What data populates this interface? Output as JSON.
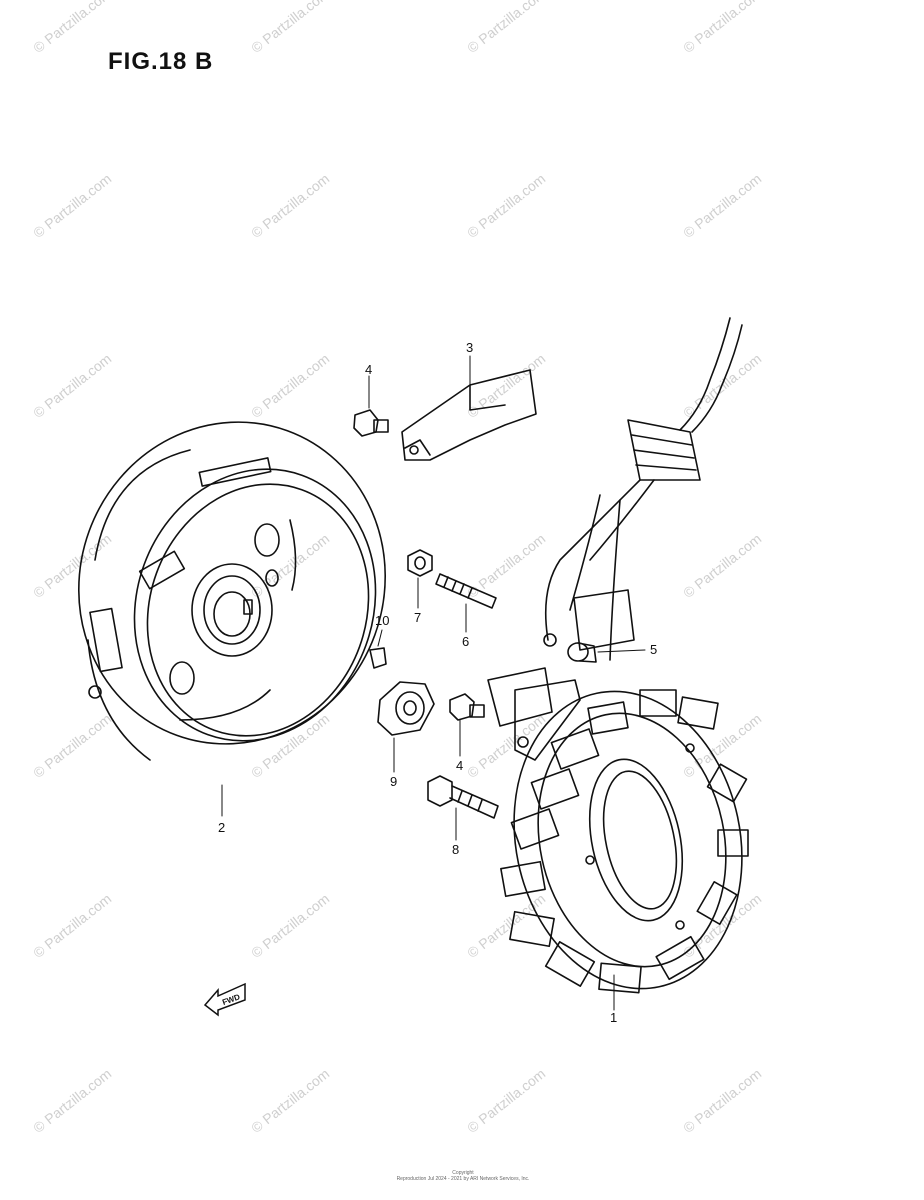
{
  "figure": {
    "title": "FIG.18 B"
  },
  "callouts": [
    "1",
    "2",
    "3",
    "4",
    "4",
    "5",
    "6",
    "7",
    "8",
    "9",
    "10"
  ],
  "fwd_label": "FWD",
  "watermark": "© Partzilla.com",
  "footer": {
    "line1": "Copyright",
    "line2": "Reproduction Jul 2024 - 2021 by ARI Network Services, Inc."
  },
  "icons": [
    "fwd-arrow-icon"
  ]
}
